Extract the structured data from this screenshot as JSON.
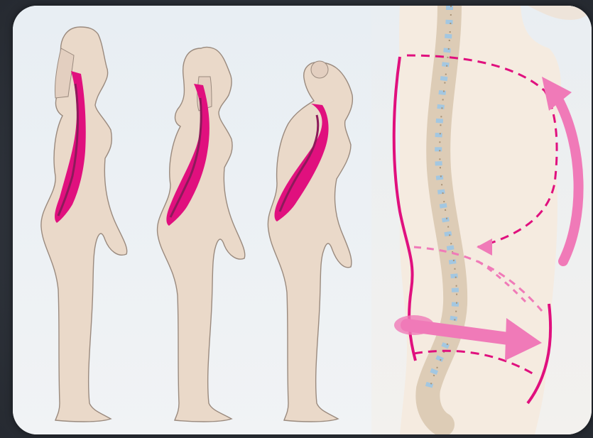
{
  "image": {
    "subject": "posture",
    "figures": [
      {
        "name": "upright"
      },
      {
        "name": "slightly-stooped"
      },
      {
        "name": "stooped"
      }
    ],
    "colors": {
      "skin": "#ead9c9",
      "outline": "#9a8a7e",
      "spine_highlight": "#e0107e",
      "spine_dark": "#8c1a5a",
      "arrow_pink": "#f07ab8",
      "disc_blue": "#9cc6e6",
      "bone": "#d8c7ae"
    }
  }
}
